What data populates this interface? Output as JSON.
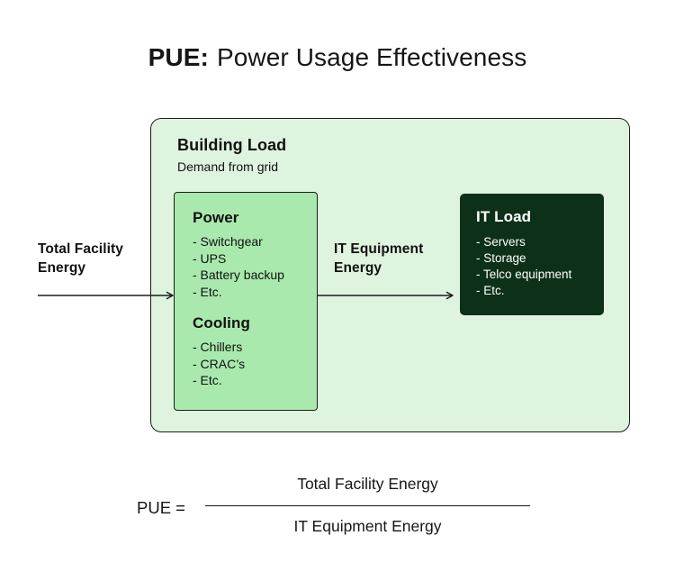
{
  "title": {
    "acronym": "PUE:",
    "rest": "Power Usage Effectiveness"
  },
  "building_load": {
    "heading": "Building Load",
    "subheading": "Demand from grid"
  },
  "power_cooling": {
    "power_heading": "Power",
    "power_items": [
      "- Switchgear",
      "- UPS",
      "- Battery backup",
      "- Etc."
    ],
    "cooling_heading": "Cooling",
    "cooling_items": [
      "- Chillers",
      "- CRAC’s",
      "- Etc."
    ]
  },
  "it_load": {
    "heading": "IT Load",
    "items": [
      "- Servers",
      "- Storage",
      "- Telco equipment",
      "- Etc."
    ]
  },
  "labels": {
    "total_facility_energy": "Total Facility Energy",
    "it_equipment_energy": "IT Equipment Energy"
  },
  "formula": {
    "lhs": "PUE =",
    "numerator": "Total Facility Energy",
    "denominator": "IT Equipment Energy"
  },
  "colors": {
    "outer_box_bg": "#dff4de",
    "power_box_bg": "#a9e9ad",
    "it_load_bg": "#0d3118",
    "outline": "#1c1c1c",
    "text": "#111111"
  }
}
